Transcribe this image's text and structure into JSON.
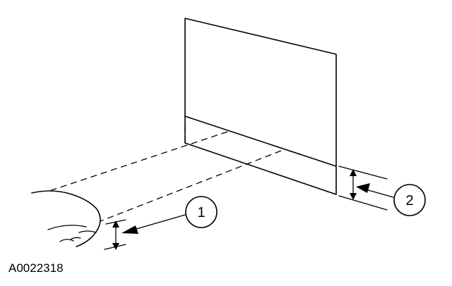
{
  "figure": {
    "id": "A0022318",
    "callouts": [
      {
        "number": "1"
      },
      {
        "number": "2"
      }
    ]
  }
}
